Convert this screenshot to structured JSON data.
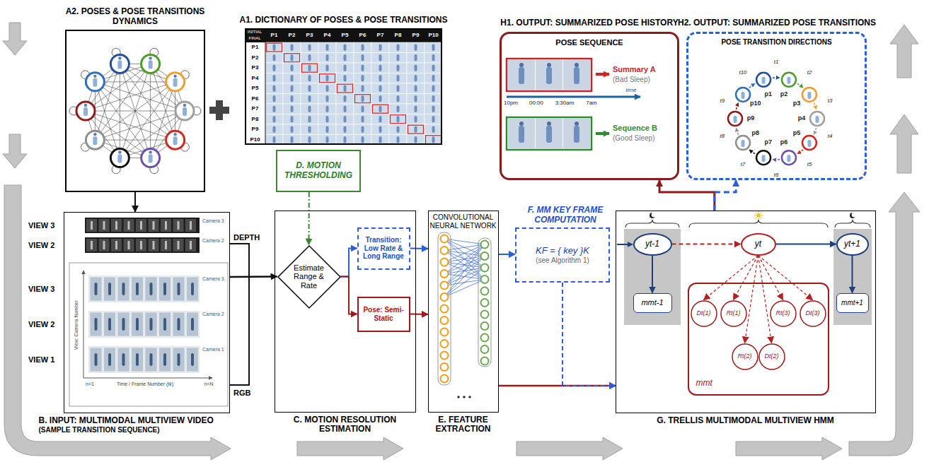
{
  "diagram": {
    "nodes": [
      {
        "text": [
          "A2. POSES & POSE TRANSITIONS DYNAMICS"
        ]
      },
      {
        "text": [
          "A1. DICTIONARY OF POSES & POSE TRANSITIONS"
        ]
      },
      {
        "text": [
          "H1. OUTPUT: SUMMARIZED POSE HISTORY",
          "POSE SEQUENCE"
        ]
      },
      {
        "text": [
          "H2. OUTPUT: SUMMARIZED POSE TRANSITIONS",
          "POSE TRANSITION DIRECTIONS"
        ]
      },
      {
        "text": [
          "B. INPUT: MULTIMODAL MULTIVIEW VIDEO",
          "(SAMPLE TRANSITION SEQUENCE)"
        ]
      },
      {
        "text": [
          "D. MOTION THRESHOLDING"
        ]
      },
      {
        "text": [
          "C. MOTION RESOLUTION ESTIMATION"
        ]
      },
      {
        "text": [
          "Estimate Range & Rate"
        ],
        "in": 6
      },
      {
        "text": [
          "Transition: Low Rate & Long Range"
        ],
        "in": 6
      },
      {
        "text": [
          "Pose: Semi-Static"
        ],
        "in": 6
      },
      {
        "text": [
          "CONVOLUTIONAL NEURAL NETWORK",
          "E. FEATURE EXTRACTION"
        ]
      },
      {
        "text": [
          "F. MM KEY FRAME COMPUTATION",
          "KF = { key }K",
          "(see Algorithm 1)"
        ]
      },
      {
        "text": [
          "G. TRELLIS MULTIMODAL MULTIVIEW HMM"
        ]
      },
      {
        "text": [
          "yt-1"
        ],
        "in": 12
      },
      {
        "text": [
          "mmt-1"
        ],
        "in": 12
      },
      {
        "text": [
          "yt"
        ],
        "in": 12
      },
      {
        "text": [
          "mmt"
        ],
        "in": 12
      },
      {
        "text": [
          "Dt(1)"
        ],
        "in": 16
      },
      {
        "text": [
          "Rt(1)"
        ],
        "in": 16
      },
      {
        "text": [
          "Rt(3)"
        ],
        "in": 16
      },
      {
        "text": [
          "Dt(3)"
        ],
        "in": 16
      },
      {
        "text": [
          "Rt(2)"
        ],
        "in": 16
      },
      {
        "text": [
          "Dt(2)"
        ],
        "in": 16
      },
      {
        "text": [
          "yt+1"
        ],
        "in": 12
      },
      {
        "text": [
          "mmt+1"
        ],
        "in": 12
      }
    ],
    "edges": [
      {
        "from": 0,
        "to": 4,
        "arrow": "to"
      },
      {
        "from": 4,
        "to": 7,
        "arrow": "to"
      },
      {
        "from": 5,
        "to": 7,
        "arrow": "to"
      },
      {
        "from": 7,
        "to": 8,
        "arrow": "to"
      },
      {
        "from": 7,
        "to": 9,
        "arrow": "to"
      },
      {
        "from": 8,
        "to": 10,
        "arrow": "to"
      },
      {
        "from": 9,
        "to": 10,
        "arrow": "to"
      },
      {
        "from": 10,
        "to": 11,
        "arrow": "to"
      },
      {
        "from": 10,
        "to": 12,
        "arrow": "to"
      },
      {
        "from": 11,
        "to": 12,
        "arrow": "to"
      },
      {
        "from": 13,
        "to": 14,
        "arrow": "to"
      },
      {
        "from": 13,
        "to": 15,
        "arrow": "to"
      },
      {
        "from": 15,
        "to": 23,
        "arrow": "to"
      },
      {
        "from": 23,
        "to": 24,
        "arrow": "to"
      },
      {
        "from": 15,
        "to": 17,
        "arrow": "to"
      },
      {
        "from": 15,
        "to": 18,
        "arrow": "to"
      },
      {
        "from": 15,
        "to": 19,
        "arrow": "to"
      },
      {
        "from": 15,
        "to": 20,
        "arrow": "to"
      },
      {
        "from": 15,
        "to": 21,
        "arrow": "to"
      },
      {
        "from": 15,
        "to": 22,
        "arrow": "to"
      },
      {
        "from": 12,
        "to": 2,
        "arrow": "to"
      },
      {
        "from": 12,
        "to": 3,
        "arrow": "to"
      }
    ],
    "labels": [
      "INITIAL",
      "FINAL",
      "P1",
      "P2",
      "P3",
      "P4",
      "P5",
      "P6",
      "P7",
      "P8",
      "P9",
      "P10",
      "P1",
      "P2",
      "P3",
      "P4",
      "P5",
      "P6",
      "P7",
      "P8",
      "P9",
      "P10",
      "10pm",
      "00:00",
      "3:30am",
      "7am",
      "time",
      "Summary A",
      "(Bad Sleep)",
      "Sequence B",
      "(Good Sleep)",
      "p1",
      "p2",
      "p3",
      "p4",
      "p5",
      "p6",
      "p7",
      "p8",
      "p9",
      "p10",
      "t1",
      "t2",
      "t3",
      "t4",
      "t5",
      "t6",
      "t7",
      "t8",
      "t9",
      "t10",
      "VIEW 3",
      "VIEW 2",
      "VIEW 3",
      "VIEW 2",
      "VIEW 1",
      "Camera 3",
      "Camera 2",
      "Camera 3",
      "Camera 2",
      "Camera 1",
      "View: Camera Number",
      "n=1",
      "Time / Frame Number (tk)",
      "n=N",
      "DEPTH",
      "RGB"
    ]
  }
}
